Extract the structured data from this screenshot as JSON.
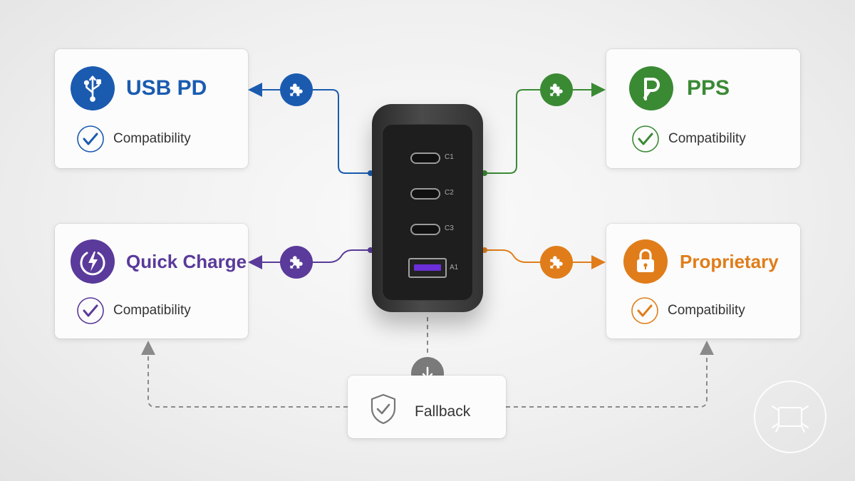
{
  "colors": {
    "usb_pd": "#1a5bb0",
    "qc": "#5a3a9a",
    "pps": "#3a8a34",
    "prop": "#e07d1a",
    "gray": "#7a7a7a"
  },
  "cards": {
    "usb_pd": {
      "title": "USB PD",
      "subtitle": "Compatibility",
      "icon": "usb-icon"
    },
    "qc": {
      "title": "Quick Charge",
      "subtitle": "Compatibility",
      "icon": "lightning-icon"
    },
    "pps": {
      "title": "PPS",
      "subtitle": "Compatibility",
      "icon": "p-logo-icon"
    },
    "prop": {
      "title": "Proprietary",
      "subtitle": "Compatibility",
      "icon": "lock-icon"
    }
  },
  "charger": {
    "ports": [
      "C1",
      "C2",
      "C3",
      "A1"
    ]
  },
  "fallback": {
    "label": "Fallback",
    "icon": "shield-check-icon"
  }
}
